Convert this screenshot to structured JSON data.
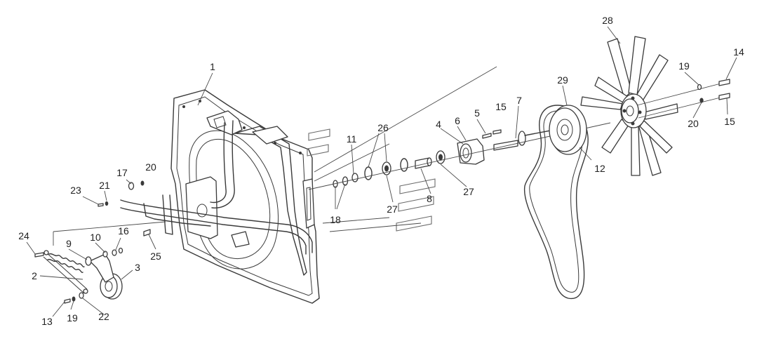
{
  "callouts": [
    {
      "id": "c1",
      "label": "1"
    },
    {
      "id": "c2",
      "label": "2"
    },
    {
      "id": "c3",
      "label": "3"
    },
    {
      "id": "c4",
      "label": "4"
    },
    {
      "id": "c5",
      "label": "5"
    },
    {
      "id": "c6",
      "label": "6"
    },
    {
      "id": "c7",
      "label": "7"
    },
    {
      "id": "c8",
      "label": "8"
    },
    {
      "id": "c9",
      "label": "9"
    },
    {
      "id": "c10",
      "label": "10"
    },
    {
      "id": "c11",
      "label": "11"
    },
    {
      "id": "c12",
      "label": "12"
    },
    {
      "id": "c13",
      "label": "13"
    },
    {
      "id": "c14",
      "label": "14"
    },
    {
      "id": "c15a",
      "label": "15"
    },
    {
      "id": "c15b",
      "label": "15"
    },
    {
      "id": "c16",
      "label": "16"
    },
    {
      "id": "c17",
      "label": "17"
    },
    {
      "id": "c18",
      "label": "18"
    },
    {
      "id": "c19a",
      "label": "19"
    },
    {
      "id": "c19b",
      "label": "19"
    },
    {
      "id": "c20a",
      "label": "20"
    },
    {
      "id": "c20b",
      "label": "20"
    },
    {
      "id": "c21",
      "label": "21"
    },
    {
      "id": "c22",
      "label": "22"
    },
    {
      "id": "c23",
      "label": "23"
    },
    {
      "id": "c24",
      "label": "24"
    },
    {
      "id": "c25",
      "label": "25"
    },
    {
      "id": "c26",
      "label": "26"
    },
    {
      "id": "c27a",
      "label": "27"
    },
    {
      "id": "c27b",
      "label": "27"
    },
    {
      "id": "c28",
      "label": "28"
    },
    {
      "id": "c29",
      "label": "29"
    }
  ]
}
